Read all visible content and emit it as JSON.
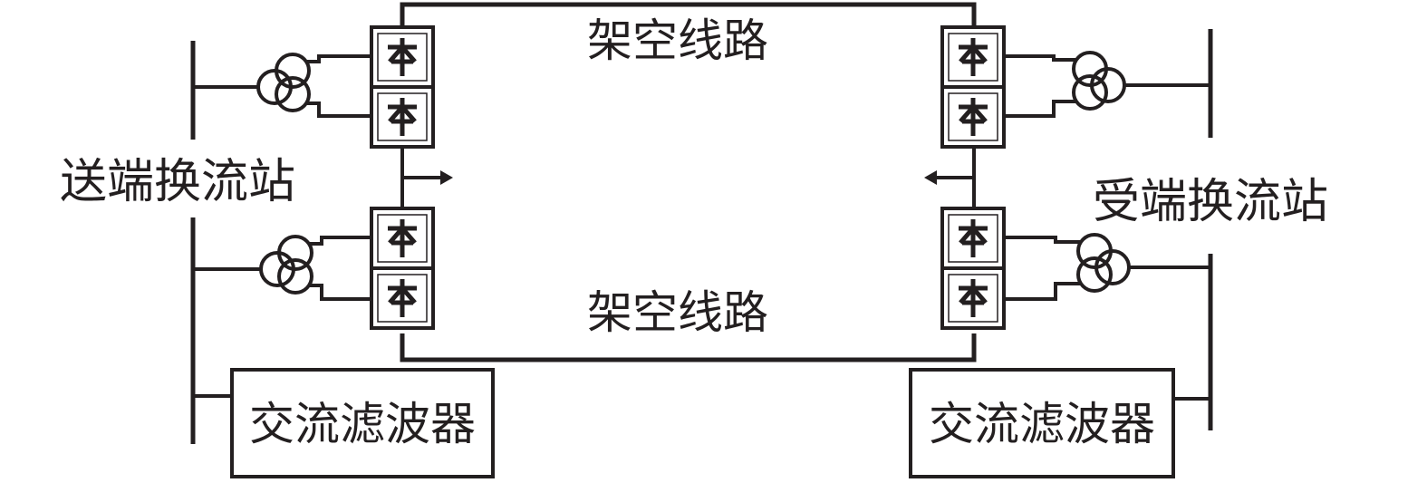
{
  "labels": {
    "line_top": "架空线路",
    "line_bottom": "架空线路",
    "sending_station": "送端换流站",
    "receiving_station": "受端换流站",
    "filter_left": "交流滤波器",
    "filter_right": "交流滤波器"
  },
  "colors": {
    "line": "#231f20",
    "background": "#ffffff"
  },
  "icons": [
    "valve-icon",
    "transformer-icon",
    "arrow-icon"
  ]
}
